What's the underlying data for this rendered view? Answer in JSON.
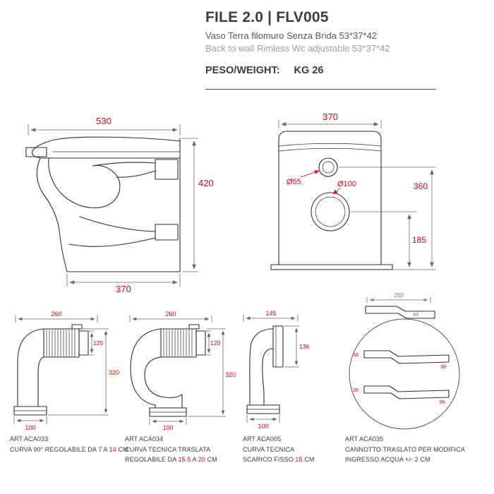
{
  "colors": {
    "dim_red": "#e30613",
    "dim_gray": "#777777",
    "line_dark": "#2e2e2e"
  },
  "header": {
    "title": "FILE 2.0  | FLV005",
    "subtitle_it": "Vaso Terra filomuro Senza Brida  53*37*42",
    "subtitle_en": "Back to wall Rimless Wc adjustable  53*37*42",
    "weight_label": "PESO/WEIGHT:",
    "weight_value": "KG 26"
  },
  "side_view": {
    "dim_width": "530",
    "dim_height": "420",
    "dim_depth": "370"
  },
  "front_view": {
    "dim_width": "370",
    "dim_inlet": "Ø55",
    "dim_outlet": "Ø100",
    "dim_inlet_height": "360",
    "dim_outlet_height": "185"
  },
  "accessories": [
    {
      "art": "ART ACA033",
      "dims": {
        "width": "260",
        "diameter": "120",
        "height": "320",
        "outlet": "100"
      },
      "desc": [
        [
          {
            "t": "CURVA 90° REGOLABILE DA "
          },
          {
            "t": "7",
            "red": true
          },
          {
            "t": " A "
          },
          {
            "t": "14",
            "red": true
          },
          {
            "t": " CM"
          }
        ]
      ]
    },
    {
      "art": "ART ACA034",
      "dims": {
        "width": "260",
        "diameter": "120",
        "height": "320",
        "outlet": "100"
      },
      "desc": [
        [
          {
            "t": "CURVA TECNICA TRASLATA"
          }
        ],
        [
          {
            "t": "REGOLABILE DA "
          },
          {
            "t": "15.5",
            "red": true
          },
          {
            "t": " A "
          },
          {
            "t": "20",
            "red": true
          },
          {
            "t": " CM"
          }
        ]
      ]
    },
    {
      "art": "ART ACA005",
      "dims": {
        "width": "145",
        "height": "136",
        "outlet": "100"
      },
      "desc": [
        [
          {
            "t": "CURVA TECNICA"
          }
        ],
        [
          {
            "t": "SCARICO FISSO "
          },
          {
            "t": "15",
            "red": true
          },
          {
            "t": " CM"
          }
        ]
      ]
    },
    {
      "art": "ART ACA035",
      "dims": {
        "width": "250",
        "tube": "40",
        "inlet_a": "36",
        "inlet_b": "38",
        "inlet_c": "36",
        "inlet_d": "38"
      },
      "desc": [
        [
          {
            "t": "CANNOTTO TRASLATO PER MODIFICA"
          }
        ],
        [
          {
            "t": "INGRESSO ACQUA +/- 2 CM"
          }
        ]
      ]
    }
  ]
}
